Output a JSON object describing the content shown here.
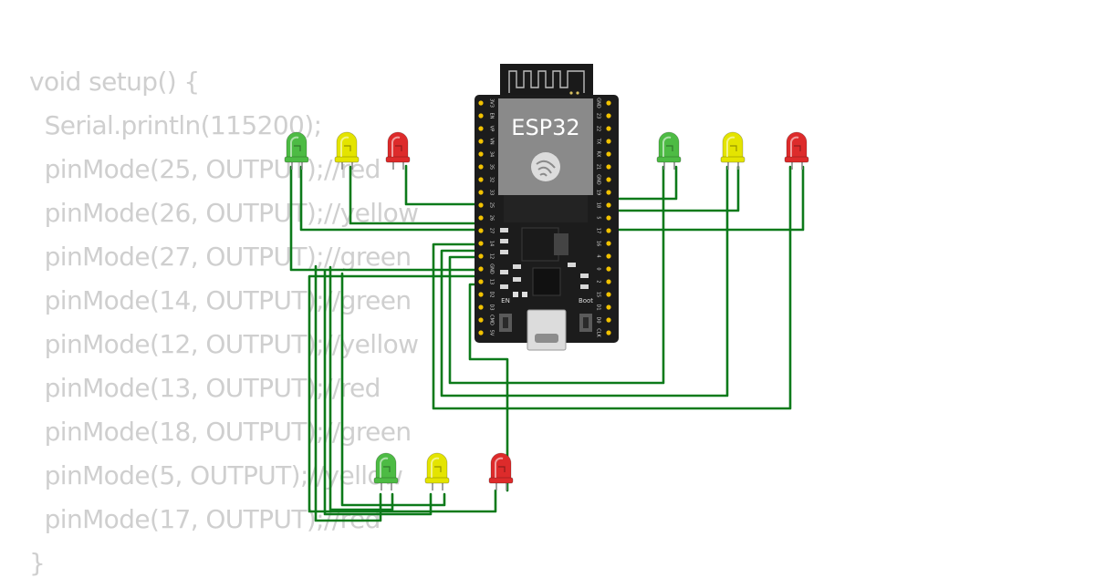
{
  "code": {
    "lines": [
      "void setup() {",
      "  Serial.println(115200);",
      "  pinMode(25, OUTPUT);//red",
      "  pinMode(26, OUTPUT);//yellow",
      "  pinMode(27, OUTPUT);//green",
      "  pinMode(14, OUTPUT);//green",
      "  pinMode(12, OUTPUT);//yellow",
      "  pinMode(13, OUTPUT);//red",
      "  pinMode(18, OUTPUT);//green",
      "  pinMode(5, OUTPUT);//yellow",
      "  pinMode(17, OUTPUT);//red",
      "}"
    ]
  },
  "board": {
    "chip_label": "ESP32",
    "en_label": "EN",
    "boot_label": "Boot",
    "left_pins": [
      "3V3",
      "EN",
      "VP",
      "VN",
      "34",
      "35",
      "32",
      "33",
      "25",
      "26",
      "27",
      "14",
      "12",
      "GND",
      "13",
      "D2",
      "D3",
      "CMD",
      "5V"
    ],
    "right_pins": [
      "GND",
      "23",
      "22",
      "TX",
      "RX",
      "21",
      "GND",
      "19",
      "18",
      "5",
      "17",
      "16",
      "4",
      "0",
      "2",
      "15",
      "D1",
      "D0",
      "CLK"
    ]
  },
  "leds": {
    "top_left": [
      {
        "color": "green"
      },
      {
        "color": "yellow"
      },
      {
        "color": "red"
      }
    ],
    "top_right": [
      {
        "color": "green"
      },
      {
        "color": "yellow"
      },
      {
        "color": "red"
      }
    ],
    "bottom": [
      {
        "color": "green"
      },
      {
        "color": "yellow"
      },
      {
        "color": "red"
      }
    ]
  },
  "colors": {
    "wire": "#0c7a1a",
    "board": "#1c1c1c",
    "pin": "#f2c200",
    "led_green": "#4dbb44",
    "led_yellow": "#e4e400",
    "led_red": "#dd2b2b",
    "code_text": "#cfcfcf"
  }
}
